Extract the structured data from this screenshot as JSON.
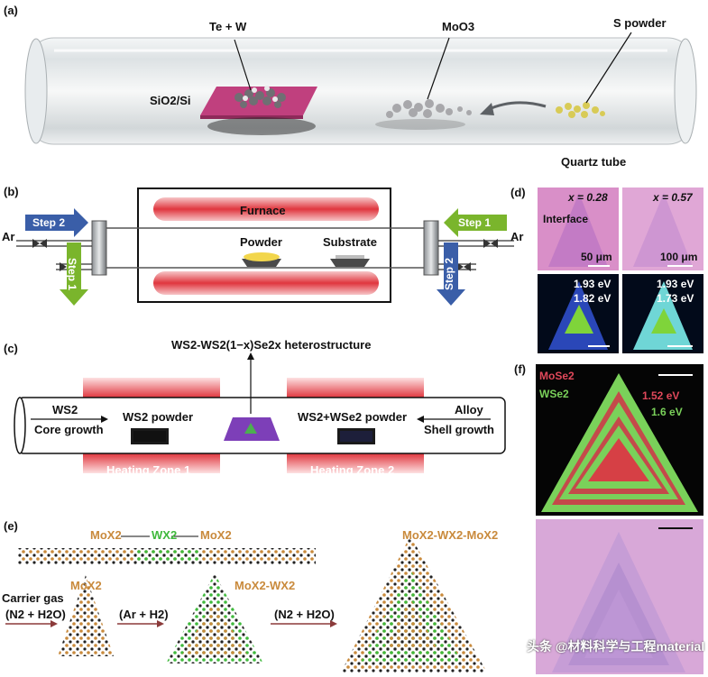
{
  "panel_a": {
    "label": "(a)",
    "te_w": "Te + W",
    "moo3": "MoO3",
    "s_powder": "S powder",
    "sio2si": "SiO2/Si",
    "quartz": "Quartz tube"
  },
  "panel_b": {
    "label": "(b)",
    "ar_left": "Ar",
    "ar_right": "Ar",
    "step2_left": "Step 2",
    "step1_left": "Step 1",
    "step1_right": "Step 1",
    "step2_right": "Step 2",
    "furnace": "Furnace",
    "powder": "Powder",
    "substrate": "Substrate"
  },
  "panel_c": {
    "label": "(c)",
    "title": "WS2-WS2(1−x)Se2x heterostructure",
    "ws2": "WS2",
    "core_growth": "Core growth",
    "ws2_powder": "WS2 powder",
    "ws2_wse2_powder": "WS2+WSe2 powder",
    "alloy": "Alloy",
    "shell_growth": "Shell growth",
    "zone1": "Heating Zone 1",
    "zone2": "Heating Zone 2"
  },
  "panel_d": {
    "label": "(d)",
    "x1": "x = 0.28",
    "x2": "x = 0.57",
    "interface": "Interface",
    "scale1": "50 μm",
    "scale2": "100 μm",
    "e1a": "1.93 eV",
    "e1b": "1.82 eV",
    "e2a": "1.93 eV",
    "e2b": "1.73 eV"
  },
  "panel_e": {
    "label": "(e)",
    "top_moX2_left": "MoX2",
    "top_wX2": "WX2",
    "top_moX2_right": "MoX2",
    "carrier": "Carrier gas",
    "n2h2o_1": "(N2 + H2O)",
    "moX2": "MoX2",
    "ar_h2": "(Ar + H2)",
    "moX2_wX2": "MoX2-WX2",
    "n2h2o_2": "(N2 + H2O)",
    "moX2_wX2_moX2": "MoX2-WX2-MoX2"
  },
  "panel_f": {
    "label": "(f)",
    "mose2": "MoSe2",
    "wse2": "WSe2",
    "e1": "1.52 eV",
    "e2": "1.6 eV"
  },
  "watermark": "头条 @材料科学与工程material",
  "colors": {
    "furnace_red": "#e0363e",
    "step_blue": "#3a5ea8",
    "step_green": "#7ab52c",
    "pink": "#d98fc8",
    "mo_orange": "#c98a3c",
    "w_green": "#3fb93c"
  }
}
